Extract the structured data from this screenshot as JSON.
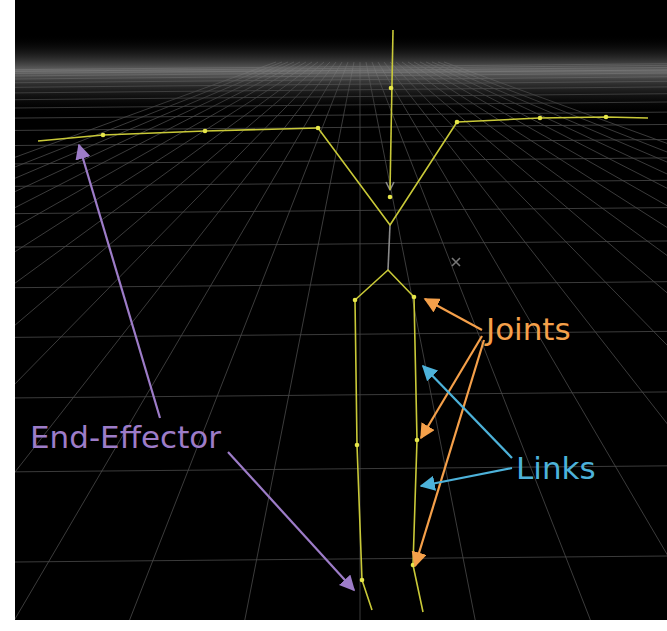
{
  "diagram": {
    "labels": [
      "Joints",
      "Links",
      "End-Effector"
    ]
  }
}
